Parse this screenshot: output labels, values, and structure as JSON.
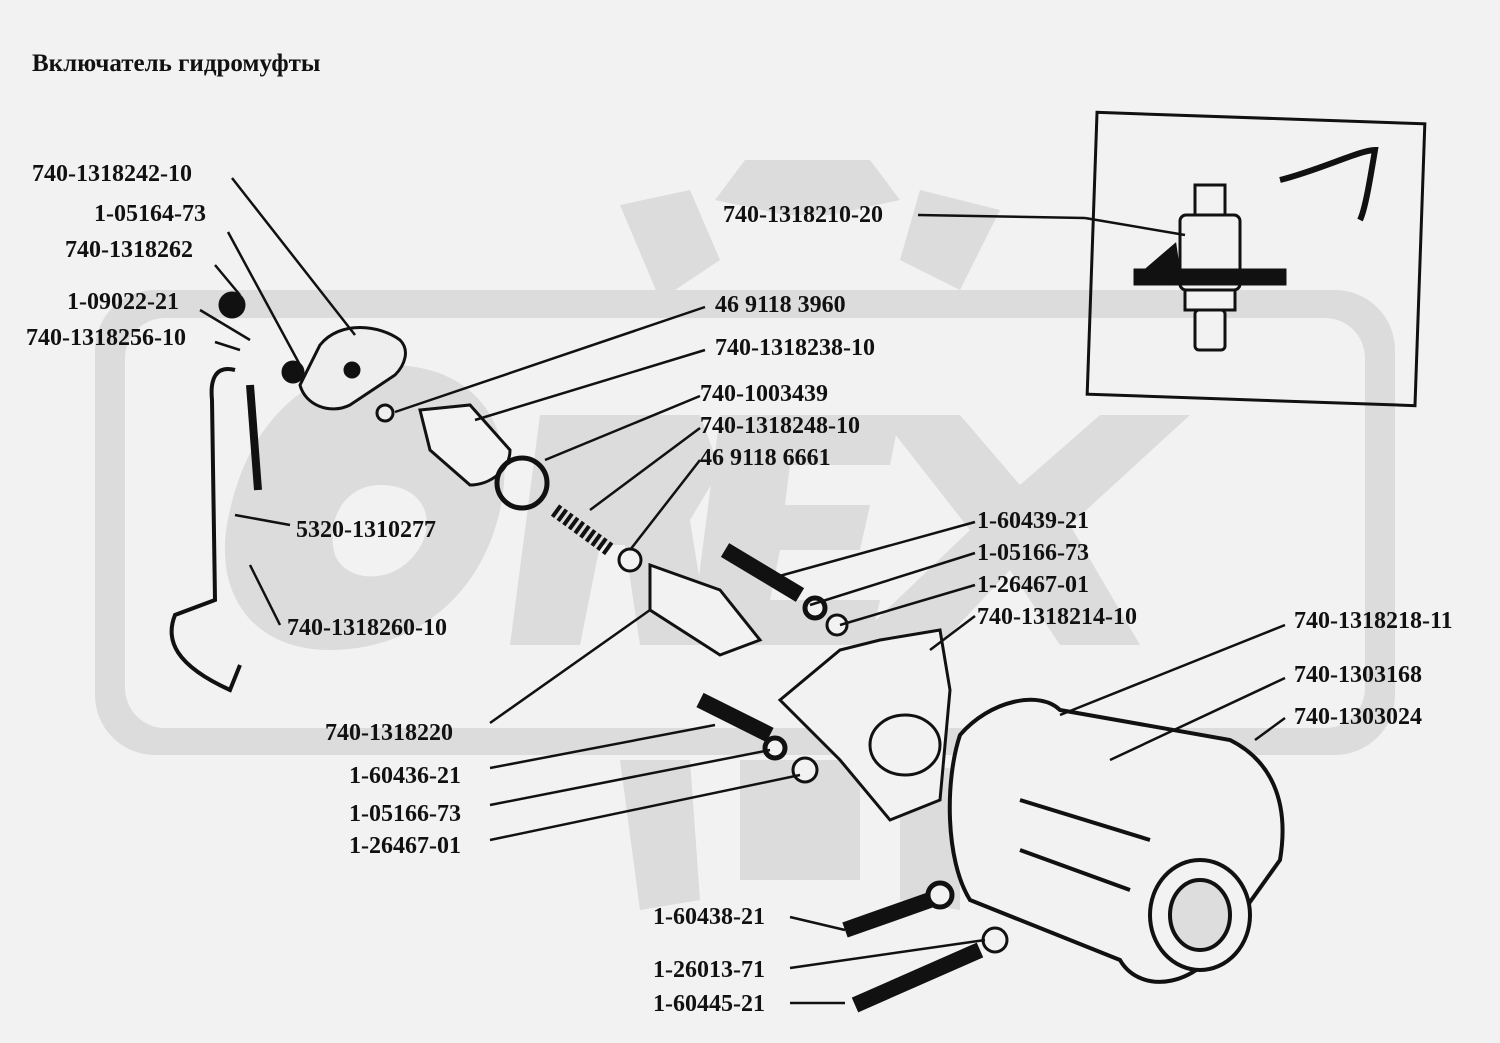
{
  "title": "Включатель гидромуфты",
  "labels": [
    "740-1318242-10",
    "1-05164-73",
    "740-1318262",
    "1-09022-21",
    "740-1318256-10",
    "46 9118 3960",
    "740-1318238-10",
    "740-1003439",
    "740-1318248-10",
    "46 9118 6661",
    "5320-1310277",
    "740-1318260-10",
    "740-1318210-20",
    "1-60439-21",
    "1-05166-73",
    "1-26467-01",
    "740-1318214-10",
    "740-1318218-11",
    "740-1303168",
    "740-1303024",
    "740-1318220",
    "1-60436-21",
    "1-05166-73",
    "1-26467-01",
    "1-60438-21",
    "1-26013-71",
    "1-60445-21"
  ],
  "watermark": "OREX"
}
